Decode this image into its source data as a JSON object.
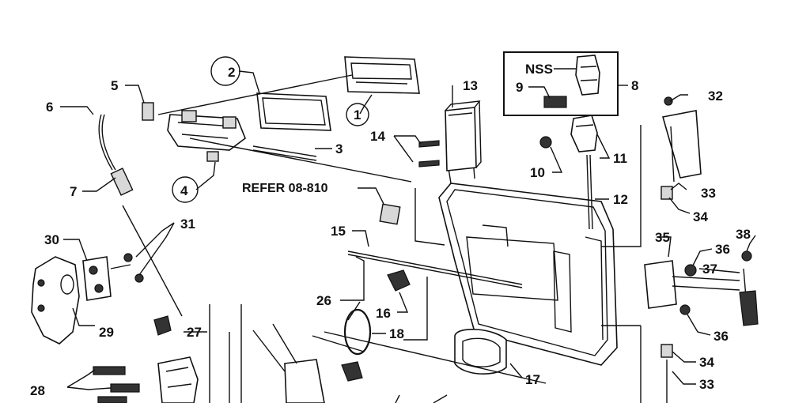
{
  "callouts": {
    "c1": "1",
    "c2": "2",
    "c3": "3",
    "c4": "4",
    "c5": "5",
    "c6": "6",
    "c7": "7",
    "c8": "8",
    "c9": "9",
    "c10": "10",
    "c11": "11",
    "c12": "12",
    "c13": "13",
    "c14": "14",
    "c15": "15",
    "c16": "16",
    "c17": "17",
    "c18": "18",
    "c26": "26",
    "c27": "27",
    "c28": "28",
    "c29": "29",
    "c30": "30",
    "c31": "31",
    "c32": "32",
    "c33a": "33",
    "c33b": "33",
    "c34a": "34",
    "c34b": "34",
    "c35": "35",
    "c36a": "36",
    "c36b": "36",
    "c37": "37",
    "c38": "38"
  },
  "nss_label": "NSS",
  "refer_label": "REFER 08-810"
}
